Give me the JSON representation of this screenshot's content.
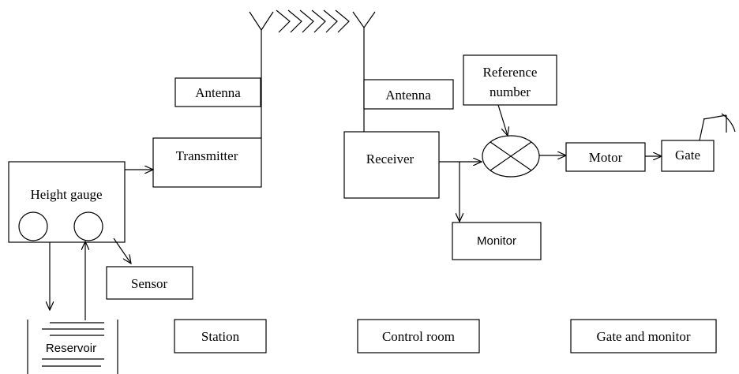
{
  "labels": {
    "antenna_station": "Antenna",
    "transmitter": "Transmitter",
    "height_gauge": "Height gauge",
    "sensor": "Sensor",
    "reservoir": "Reservoir",
    "station": "Station",
    "antenna_control": "Antenna",
    "receiver": "Receiver",
    "monitor": "Monitor",
    "control_room": "Control room",
    "reference_number_line1": "Reference",
    "reference_number_line2": "number",
    "motor": "Motor",
    "gate": "Gate",
    "gate_and_monitor": "Gate and monitor"
  },
  "icons": {
    "antenna": "antenna-icon",
    "signal_waves": "signal-waves-icon",
    "comparator": "summing-junction-icon",
    "gate_symbol": "gate-valve-icon",
    "reservoir": "reservoir-icon"
  }
}
